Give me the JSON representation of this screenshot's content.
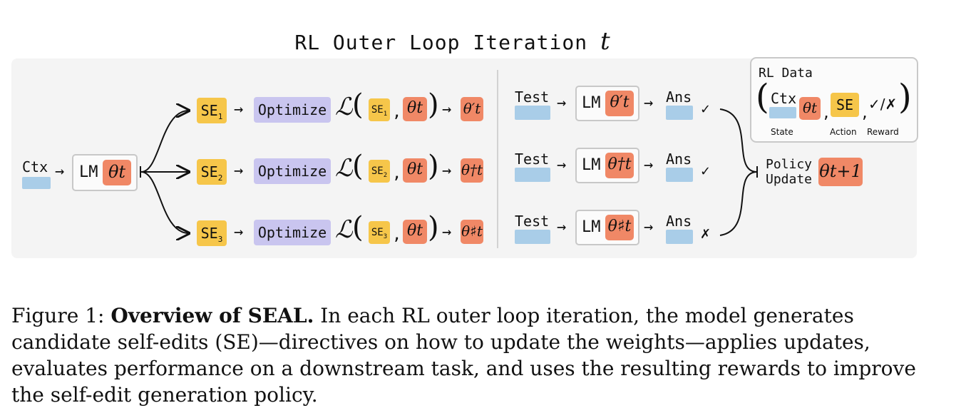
{
  "title": {
    "text": "RL Outer Loop Iteration",
    "var": "t"
  },
  "left": {
    "ctx": "Ctx",
    "lm": "LM",
    "theta": "θt"
  },
  "rows": [
    {
      "se_main": "SE",
      "se_sub": "1",
      "optimize": "Optimize",
      "loss": "ℒ",
      "se_small": "SE",
      "se_small_sub": "1",
      "theta_t": "θt",
      "theta_out": "θ′t",
      "test": "Test",
      "lm": "LM",
      "theta_lm": "θ′t",
      "ans": "Ans",
      "reward": "✓"
    },
    {
      "se_main": "SE",
      "se_sub": "2",
      "optimize": "Optimize",
      "loss": "ℒ",
      "se_small": "SE",
      "se_small_sub": "2",
      "theta_t": "θt",
      "theta_out": "θ†t",
      "test": "Test",
      "lm": "LM",
      "theta_lm": "θ†t",
      "ans": "Ans",
      "reward": "✓"
    },
    {
      "se_main": "SE",
      "se_sub": "3",
      "optimize": "Optimize",
      "loss": "ℒ",
      "se_small": "SE",
      "se_small_sub": "3",
      "theta_t": "θt",
      "theta_out": "θ♯t",
      "test": "Test",
      "lm": "LM",
      "theta_lm": "θ♯t",
      "ans": "Ans",
      "reward": "✗"
    }
  ],
  "policy": {
    "line1": "Policy",
    "line2": "Update",
    "theta": "θt+1"
  },
  "rl_data": {
    "title": "RL Data",
    "ctx": "Ctx",
    "theta": "θt",
    "se": "SE",
    "reward_symbol": "✓/✗",
    "state_label": "State",
    "action_label": "Action",
    "reward_label": "Reward"
  },
  "caption": {
    "prefix": "Figure 1: ",
    "bold": "Overview of SEAL.",
    "text": " In each RL outer loop iteration, the model generates candidate self-edits (SE)—directives on how to update the weights—applies updates, evaluates performance on a downstream task, and uses the resulting rewards to improve the self-edit generation policy."
  },
  "colors": {
    "se": "#f6c64a",
    "theta": "#f08866",
    "optimize": "#c9c5ef",
    "blue": "#a9cde8",
    "panel": "#f4f4f4"
  }
}
